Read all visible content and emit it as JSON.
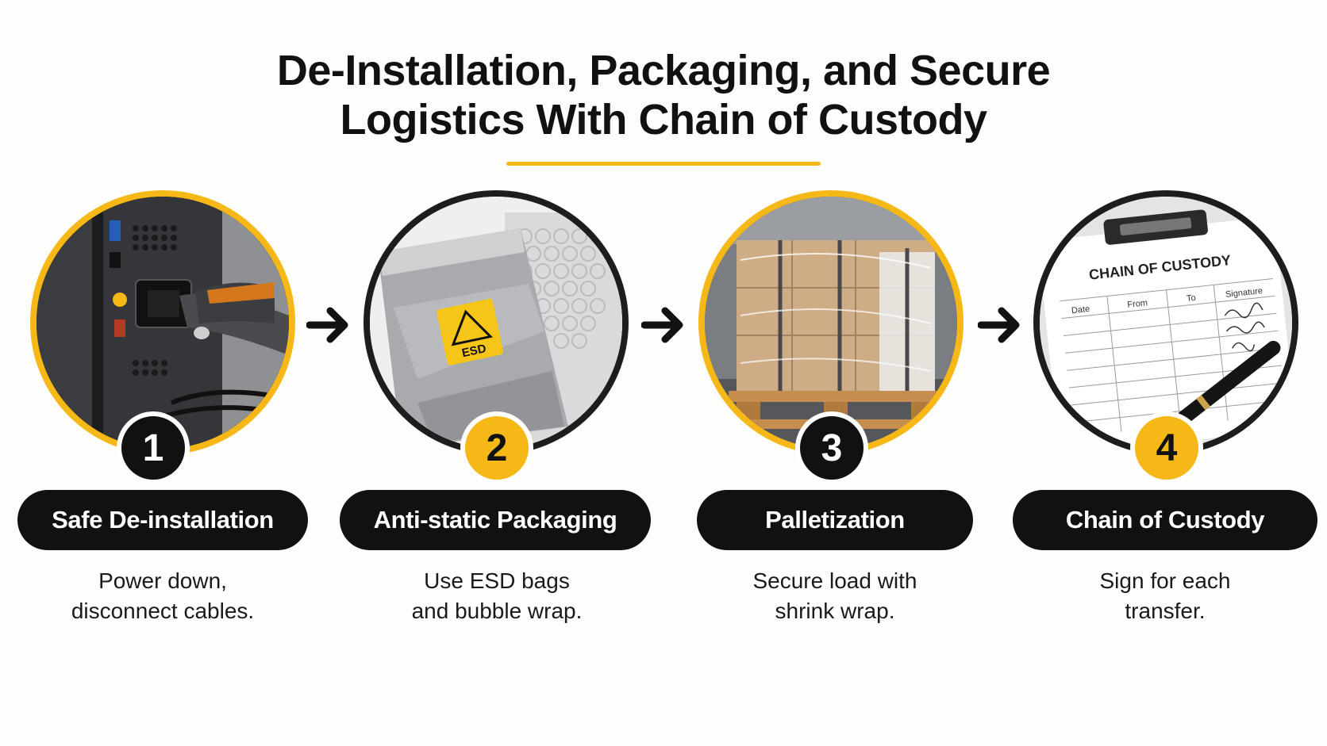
{
  "title": {
    "line1": "De-Installation, Packaging,  and Secure",
    "line2": "Logistics With Chain of Custody"
  },
  "colors": {
    "accent": "#f5b817",
    "dark": "#111111",
    "background": "#fdfdfc"
  },
  "steps": [
    {
      "number": "1",
      "title": "Safe De-installation",
      "desc_line1": "Power down,",
      "desc_line2": "disconnect cables.",
      "image": "server-power-cable-photo"
    },
    {
      "number": "2",
      "title": "Anti-static Packaging",
      "desc_line1": "Use ESD bags",
      "desc_line2": "and bubble wrap.",
      "image": "esd-bag-bubble-wrap-photo",
      "esd_label": "ESD"
    },
    {
      "number": "3",
      "title": "Palletization",
      "desc_line1": "Secure load with",
      "desc_line2": "shrink wrap.",
      "image": "shrink-wrapped-pallet-photo"
    },
    {
      "number": "4",
      "title": "Chain of Custody",
      "desc_line1": "Sign for each",
      "desc_line2": "transfer.",
      "image": "custody-form-clipboard-photo",
      "form": {
        "heading": "CHAIN OF CUSTODY",
        "col_date": "Date",
        "col_from": "From",
        "col_to": "To",
        "col_signature": "Signature"
      }
    }
  ]
}
